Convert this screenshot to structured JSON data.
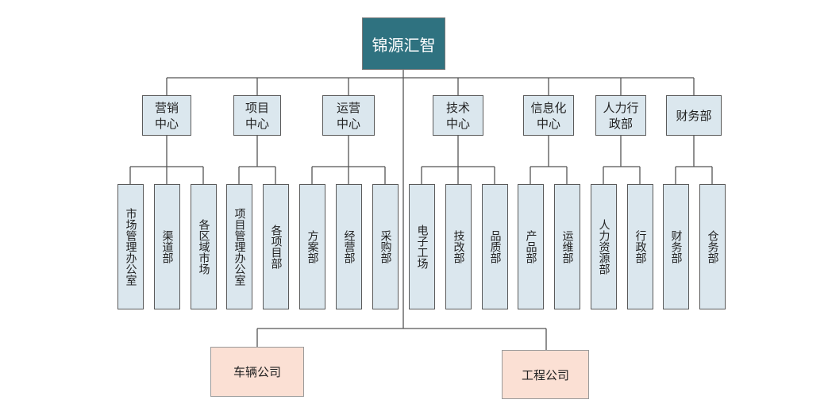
{
  "root": {
    "label": "锦源汇智"
  },
  "centers": [
    {
      "label": "营销\n中心",
      "departments": [
        "市场管理办公室",
        "渠道部",
        "各区域市场"
      ]
    },
    {
      "label": "项目\n中心",
      "departments": [
        "项目管理办公室",
        "各项目部"
      ]
    },
    {
      "label": "运营\n中心",
      "departments": [
        "方案部",
        "经营部",
        "采购部"
      ]
    },
    {
      "label": "技术\n中心",
      "departments": [
        "电子工场",
        "技改部",
        "品质部"
      ]
    },
    {
      "label": "信息化\n中心",
      "departments": [
        "产品部",
        "运维部"
      ]
    },
    {
      "label": "人力行\n政部",
      "departments": [
        "人力资源部",
        "行政部"
      ]
    },
    {
      "label": "财务部",
      "departments": [
        "财务部",
        "仓务部"
      ]
    }
  ],
  "companies": [
    {
      "label": "车辆公司"
    },
    {
      "label": "工程公司"
    }
  ],
  "colors": {
    "root_fill": "#2f7280",
    "node_fill": "#dbe7ee",
    "company_fill": "#fbe0d4",
    "line": "#555555"
  }
}
